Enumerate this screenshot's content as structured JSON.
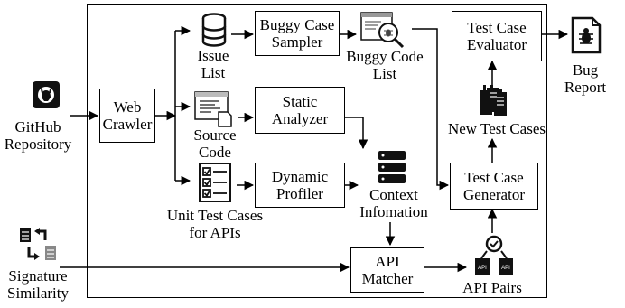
{
  "boxes": {
    "web_crawler": "Web\nCrawler",
    "buggy_case_sampler": "Buggy Case\nSampler",
    "static_analyzer": "Static\nAnalyzer",
    "dynamic_profiler": "Dynamic\nProfiler",
    "test_case_evaluator": "Test Case\nEvaluator",
    "test_case_generator": "Test Case\nGenerator",
    "api_matcher": "API\nMatcher"
  },
  "labels": {
    "github_repository": "GitHub\nRepository",
    "issue_list": "Issue\nList",
    "source_code": "Source\nCode",
    "unit_test_cases": "Unit Test Cases\nfor APIs",
    "buggy_code_list": "Buggy Code\nList",
    "new_test_cases": "New Test Cases",
    "context_information": "Context\nInfomation",
    "api_pairs": "API Pairs",
    "bug_report": "Bug\nReport",
    "signature_similarity": "Signature\nSimilarity"
  },
  "icons": {
    "github": "github-icon",
    "database": "database-icon",
    "source_code": "source-code-document-icon",
    "checklist": "checklist-icon",
    "bug_search": "bug-search-document-icon",
    "test_cases": "test-case-documents-icon",
    "server": "server-stack-icon",
    "api_pairs": "api-pair-icon",
    "bug_report": "bug-report-document-icon",
    "signature": "signature-swap-icon"
  },
  "api_icon_text": "API"
}
